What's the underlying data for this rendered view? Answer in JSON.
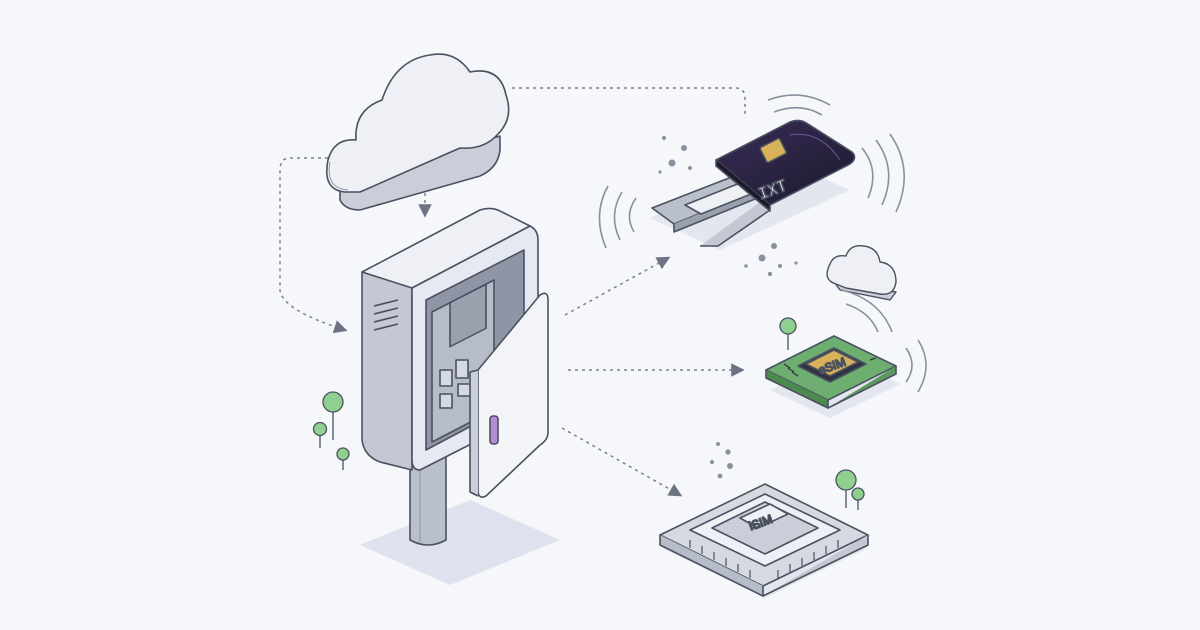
{
  "labels": {
    "card_brand": "IXT",
    "esim": "eSIM",
    "isim": "iSIM"
  },
  "icons": [
    "cloud-icon",
    "signal-waves-icon",
    "tree-icon"
  ],
  "colors": {
    "background": "#f6f7fb",
    "outline": "#4a5160",
    "box_fill": "#e9ecf3",
    "box_side": "#c9ced9",
    "pcb_green": "#6fae71",
    "chip_gold": "#d8b25a",
    "card_dark": "#2b2440",
    "door_accent": "#b58bd6",
    "tree_green": "#8fcf8f"
  }
}
